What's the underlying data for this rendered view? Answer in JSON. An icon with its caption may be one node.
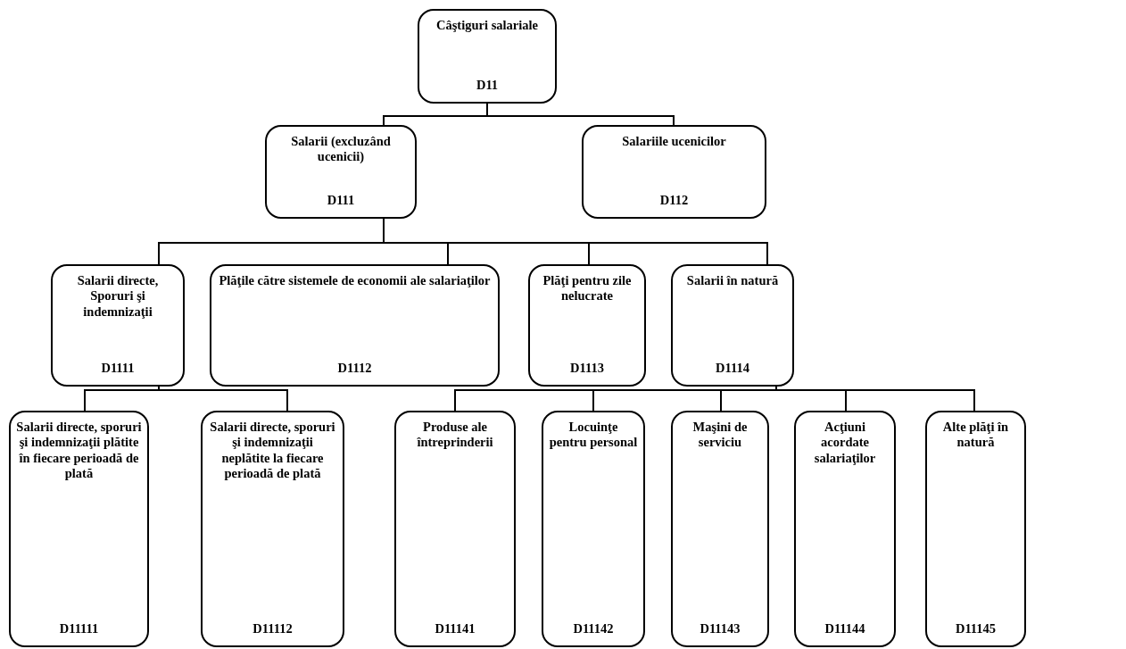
{
  "diagram": {
    "nodes": [
      {
        "text": [
          "Câştiguri salariale",
          "D11"
        ]
      },
      {
        "text": [
          "Salarii (excluzând ucenicii)",
          "D111"
        ]
      },
      {
        "text": [
          "Salariile ucenicilor",
          "D112"
        ]
      },
      {
        "text": [
          "Salarii directe, Sporuri şi indemnizaţii",
          "D1111"
        ]
      },
      {
        "text": [
          "Plăţile către sistemele de economii ale salariaţilor",
          "D1112"
        ]
      },
      {
        "text": [
          "Plăţi pentru zile nelucrate",
          "D1113"
        ]
      },
      {
        "text": [
          "Salarii în natură",
          "D1114"
        ]
      },
      {
        "text": [
          "Salarii directe, sporuri şi indemnizaţii plătite în fiecare perioadă de plată",
          "D11111"
        ]
      },
      {
        "text": [
          "Salarii directe, sporuri şi indemnizaţii neplătite la fiecare perioadă de plată",
          "D11112"
        ]
      },
      {
        "text": [
          "Produse ale întreprinderii",
          "D11141"
        ]
      },
      {
        "text": [
          "Locuinţe pentru personal",
          "D11142"
        ]
      },
      {
        "text": [
          "Maşini de serviciu",
          "D11143"
        ]
      },
      {
        "text": [
          "Acţiuni acordate salariaţilor",
          "D11144"
        ]
      },
      {
        "text": [
          "Alte plăţi în natură",
          "D11145"
        ]
      }
    ],
    "edges": [
      {
        "from": 0,
        "to": 1,
        "arrow": "none"
      },
      {
        "from": 0,
        "to": 2,
        "arrow": "none"
      },
      {
        "from": 1,
        "to": 3,
        "arrow": "none"
      },
      {
        "from": 1,
        "to": 4,
        "arrow": "none"
      },
      {
        "from": 1,
        "to": 5,
        "arrow": "none"
      },
      {
        "from": 1,
        "to": 6,
        "arrow": "none"
      },
      {
        "from": 3,
        "to": 7,
        "arrow": "none"
      },
      {
        "from": 3,
        "to": 8,
        "arrow": "none"
      },
      {
        "from": 6,
        "to": 9,
        "arrow": "none"
      },
      {
        "from": 6,
        "to": 10,
        "arrow": "none"
      },
      {
        "from": 6,
        "to": 11,
        "arrow": "none"
      },
      {
        "from": 6,
        "to": 12,
        "arrow": "none"
      },
      {
        "from": 6,
        "to": 13,
        "arrow": "none"
      }
    ]
  }
}
